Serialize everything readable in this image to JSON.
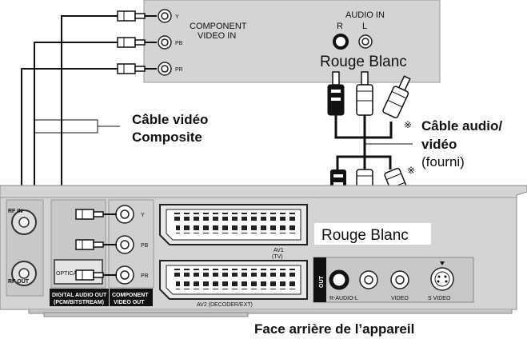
{
  "tv": {
    "component_input": {
      "line1": "COMPONENT",
      "line2": "VIDEO IN",
      "y": "Y",
      "pb": "PB",
      "pr": "PR"
    },
    "audio_in": {
      "title": "AUDIO IN",
      "r": "R",
      "l": "L"
    },
    "colors_label": "Rouge Blanc"
  },
  "callouts": {
    "composite_cable_line1": "Câble vidéo",
    "composite_cable_line2": "Composite",
    "av_cable_line1": "Câble audio/",
    "av_cable_line2": "vidéo",
    "av_cable_line3": "(fourni)",
    "note_mark": "※"
  },
  "unit": {
    "rf_in": "RF IN",
    "rf_out": "RF OUT",
    "optical": "OPTICAL",
    "digital_audio_out_line1": "DIGITAL AUDIO OUT",
    "digital_audio_out_line2": "(PCM/BITSTREAM)",
    "component_video_out_line1": "COMPONENT",
    "component_video_out_line2": "VIDEO OUT",
    "y": "Y",
    "pb": "PB",
    "pr": "PR",
    "av1_line1": "AV1",
    "av1_line2": "(TV)",
    "av2": "AV2  (DECODER/EXT)",
    "out": "OUT",
    "r_audio_l": "R-AUDIO-L",
    "video": "VIDEO",
    "s_video": "S VIDEO",
    "colors_label": "Rouge Blanc",
    "caption": "Face arrière de l’appareil"
  }
}
